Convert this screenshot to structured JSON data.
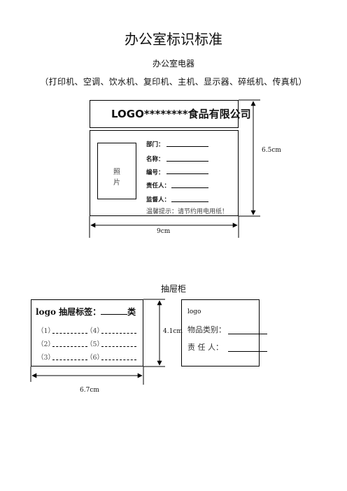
{
  "header": {
    "title": "办公室标识标准",
    "section": "办公室电器",
    "devices": "（打印机、空调、饮水机、复印机、主机、显示器、碎纸机、传真机）"
  },
  "card": {
    "company": "LOGO********食品有限公司",
    "photo": "照 片",
    "fields": [
      "部门：",
      "名称：",
      "编号：",
      "责任人：",
      "监督人："
    ],
    "hint": "温馨提示：请节约用电用纸！",
    "height_label": "6.5cm",
    "width_label": "9cm"
  },
  "drawer": {
    "section": "抽屉柜",
    "label_title_prefix": "logo 抽屉标签：",
    "label_title_suffix": "类",
    "items": [
      "（1）",
      "（2）",
      "（3）",
      "（4）",
      "（5）",
      "（6）"
    ],
    "height_label": "4.1cm",
    "width_label": "6.7cm",
    "right_logo": "logo",
    "right_fields": [
      "物品类别：",
      "责 任 人："
    ]
  }
}
